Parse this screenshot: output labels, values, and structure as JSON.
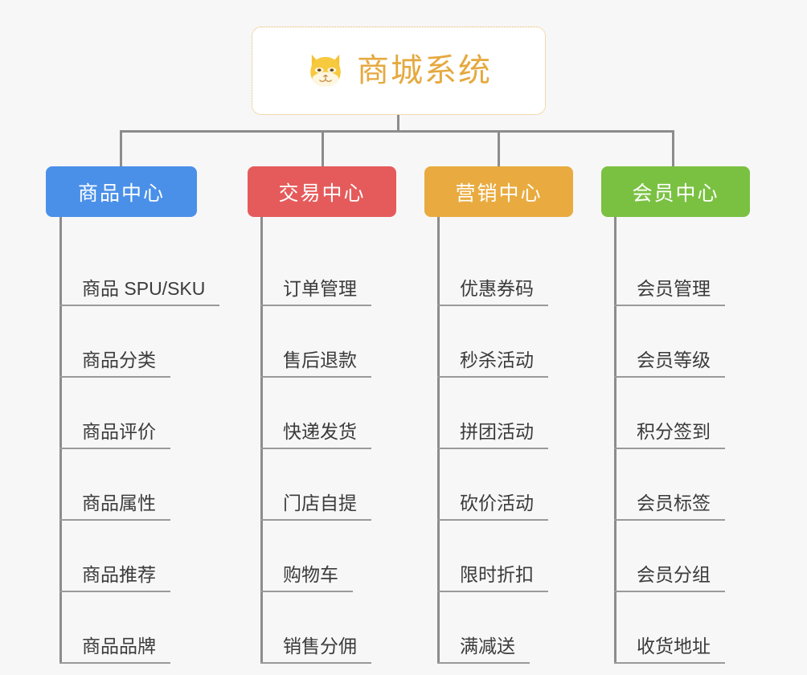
{
  "page": {
    "background_color": "#f7f7f7",
    "type": "mindmap"
  },
  "root": {
    "title": "商城系统",
    "icon": "shiba-dog-emoji",
    "text_color": "#e5a93f",
    "border_color": "#e8b15c",
    "background_color": "#ffffff"
  },
  "columns": [
    {
      "label": "商品中心",
      "color": "#4a90e8",
      "items": [
        "商品 SPU/SKU",
        "商品分类",
        "商品评价",
        "商品属性",
        "商品推荐",
        "商品品牌"
      ]
    },
    {
      "label": "交易中心",
      "color": "#e55b5b",
      "items": [
        "订单管理",
        "售后退款",
        "快递发货",
        "门店自提",
        "购物车",
        "销售分佣"
      ]
    },
    {
      "label": "营销中心",
      "color": "#e9ab3f",
      "items": [
        "优惠券码",
        "秒杀活动",
        "拼团活动",
        "砍价活动",
        "限时折扣",
        "满减送"
      ]
    },
    {
      "label": "会员中心",
      "color": "#7ac142",
      "items": [
        "会员管理",
        "会员等级",
        "积分签到",
        "会员标签",
        "会员分组",
        "收货地址"
      ]
    }
  ]
}
